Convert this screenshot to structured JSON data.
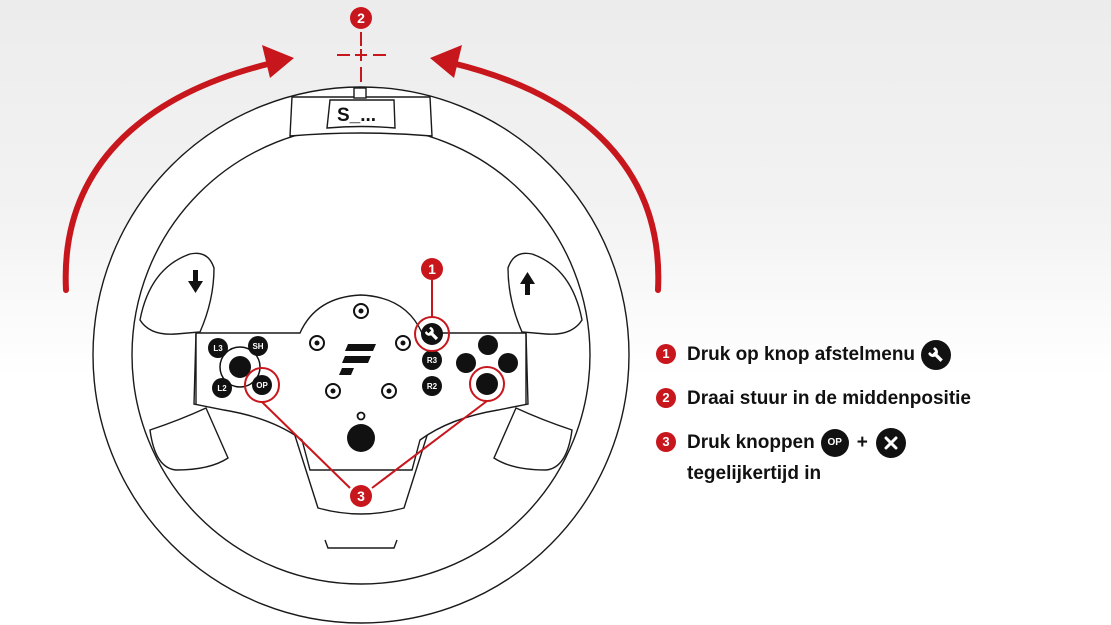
{
  "display": {
    "text": "S_..."
  },
  "wheel_buttons": {
    "l3": "L3",
    "sh": "SH",
    "l2": "L2",
    "op": "OP",
    "r3": "R3",
    "r2": "R2"
  },
  "callouts": {
    "one": "1",
    "two": "2",
    "three": "3"
  },
  "instructions": [
    {
      "number": "1",
      "text": "Druk op knop afstelmenu",
      "icon": "wrench-icon"
    },
    {
      "number": "2",
      "text": "Draai stuur in de middenpositie"
    },
    {
      "number": "3",
      "text_before": "Druk knoppen",
      "badge_op": "OP",
      "plus": "+",
      "icon": "cross-icon",
      "text_after": "tegelijkertijd in"
    }
  ],
  "colors": {
    "accent_red": "#c8161d",
    "button_black": "#111111",
    "outline": "#1a1a1a"
  }
}
